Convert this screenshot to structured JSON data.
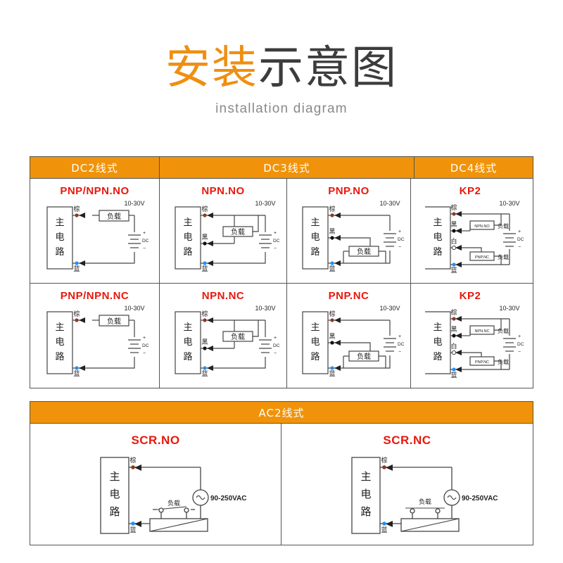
{
  "header": {
    "title_orange": "安装",
    "title_dark": "示意图",
    "subtitle": "installation diagram",
    "accent_color": "#EF8F12",
    "title_dark_color": "#3C3C3C"
  },
  "labels": {
    "main_circuit": "主电路",
    "main_circuit_chars": [
      "主",
      "电",
      "路"
    ],
    "load": "负载",
    "brown": "棕",
    "black": "黑",
    "white": "白",
    "blue": "蓝",
    "dc": "DC",
    "plus": "+",
    "minus": "−",
    "voltage_dc": "10-30V",
    "voltage_ac": "90-250VAC",
    "npn_no_load": "NPN.NO",
    "pnp_nc_load": "PNP.NC",
    "npn_nc_load": "NPN.NC"
  },
  "colors": {
    "header_bg": "#F0930A",
    "title_red": "#E8180C",
    "brown_dot": "#8C3A20",
    "black_dot": "#111111",
    "blue_dot": "#1E90FF",
    "line": "#444444",
    "border": "#555555"
  },
  "dc_table": {
    "headers": [
      "DC2线式",
      "DC3线式",
      "DC4线式"
    ],
    "rows": [
      {
        "cells": [
          {
            "title": "PNP/NPN.NO",
            "terminals": [
              "棕",
              "蓝"
            ],
            "load_position": "top",
            "supply": "10-30V"
          },
          {
            "title": "NPN.NO",
            "terminals": [
              "棕",
              "黑",
              "蓝"
            ],
            "load_position": "upper",
            "supply": "10-30V"
          },
          {
            "title": "PNP.NO",
            "terminals": [
              "棕",
              "黑",
              "蓝"
            ],
            "load_position": "lower",
            "supply": "10-30V"
          },
          {
            "title": "KP2",
            "terminals": [
              "棕",
              "黑",
              "白",
              "蓝"
            ],
            "loads": [
              "NPN.NO",
              "PNP.NC"
            ],
            "supply": "10-30V"
          }
        ]
      },
      {
        "cells": [
          {
            "title": "PNP/NPN.NC",
            "terminals": [
              "棕",
              "蓝"
            ],
            "load_position": "top",
            "supply": "10-30V"
          },
          {
            "title": "NPN.NC",
            "terminals": [
              "棕",
              "黑",
              "蓝"
            ],
            "load_position": "upper",
            "supply": "10-30V"
          },
          {
            "title": "PNP.NC",
            "terminals": [
              "棕",
              "黑",
              "蓝"
            ],
            "load_position": "lower",
            "supply": "10-30V"
          },
          {
            "title": "KP2",
            "terminals": [
              "棕",
              "黑",
              "白",
              "蓝"
            ],
            "loads": [
              "NPN.NC",
              "PNP.NC"
            ],
            "supply": "10-30V"
          }
        ]
      }
    ]
  },
  "ac_table": {
    "header": "AC2线式",
    "cells": [
      {
        "title": "SCR.NO",
        "terminals": [
          "棕",
          "蓝"
        ],
        "supply": "90-250VAC",
        "load": "负载"
      },
      {
        "title": "SCR.NC",
        "terminals": [
          "棕",
          "蓝"
        ],
        "supply": "90-250VAC",
        "load": "负载"
      }
    ]
  }
}
